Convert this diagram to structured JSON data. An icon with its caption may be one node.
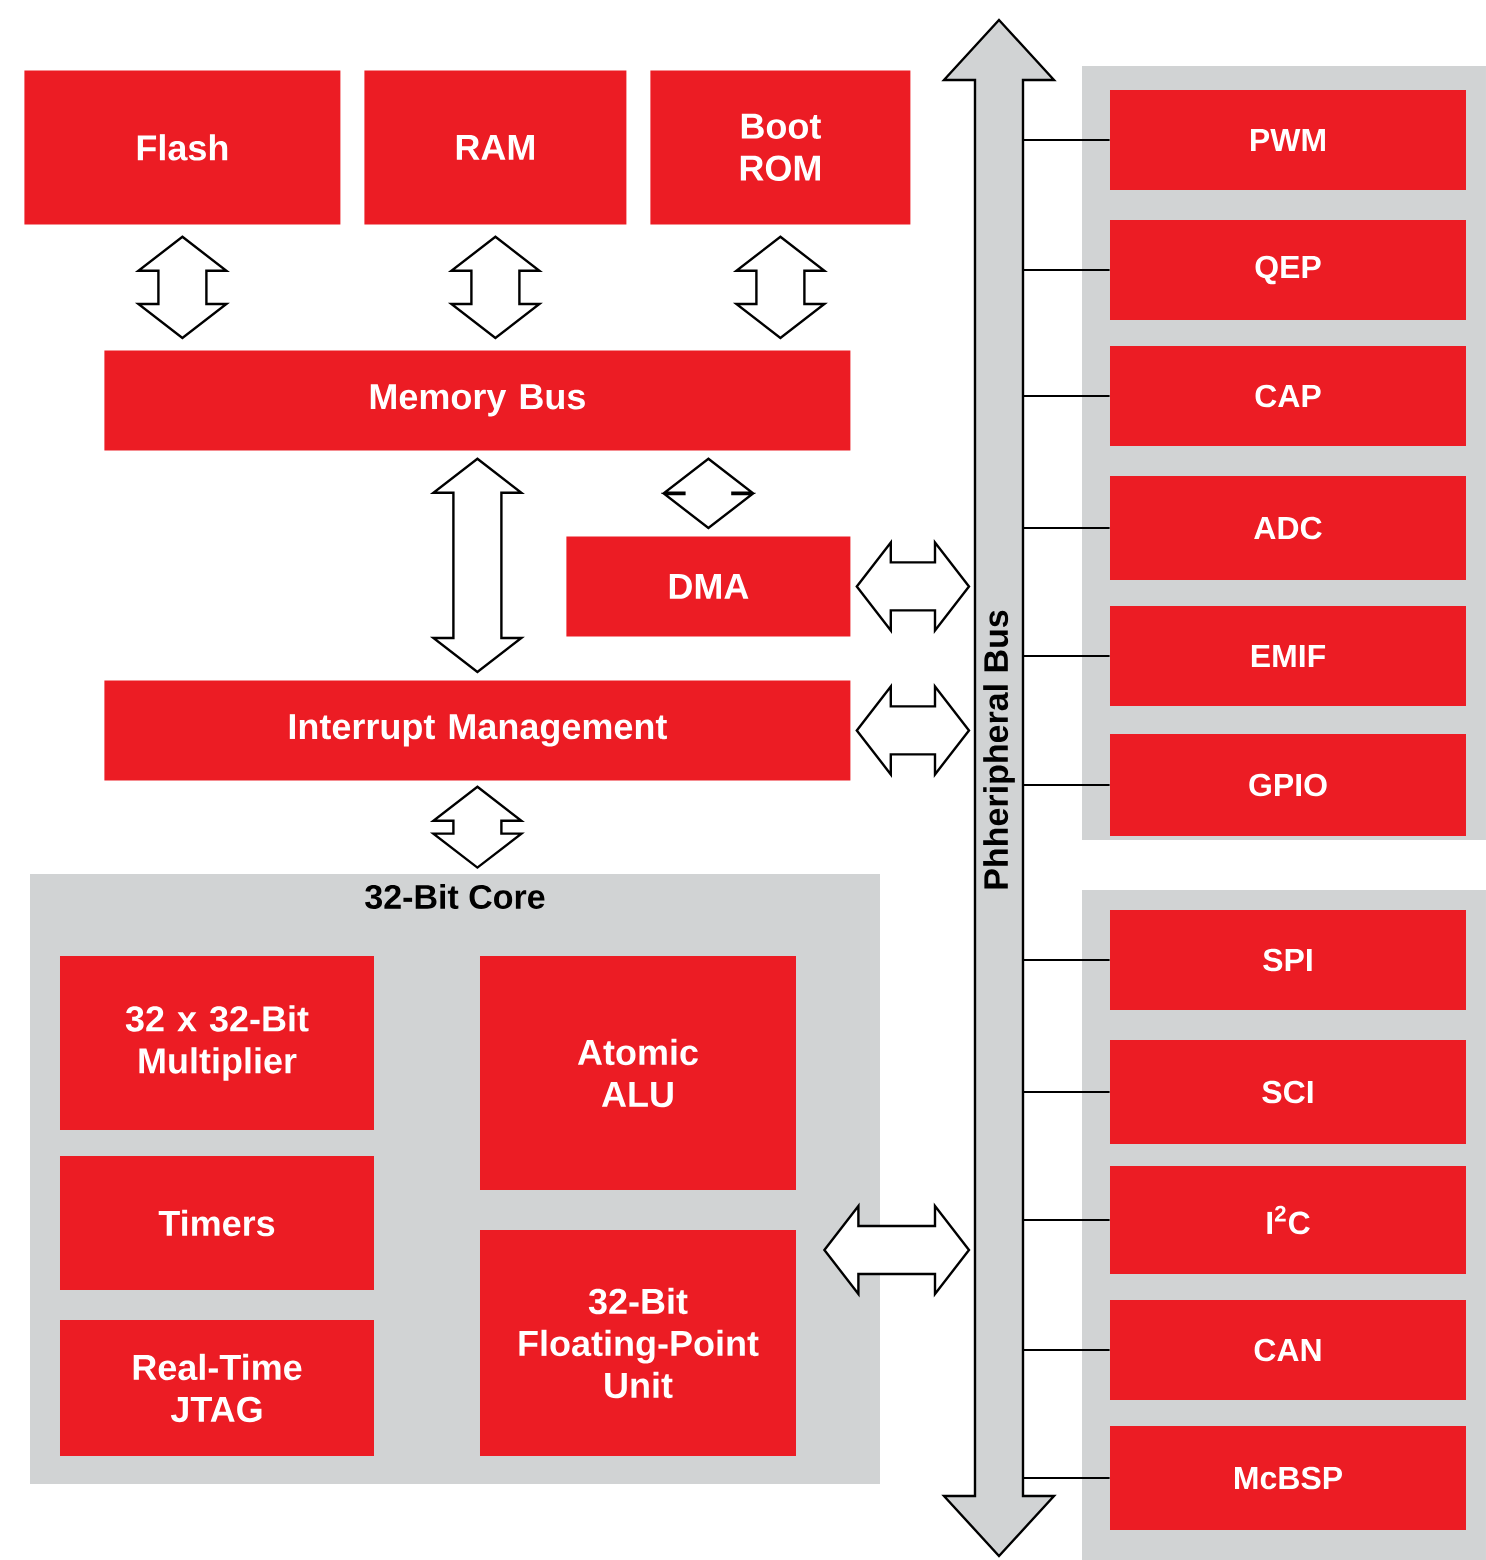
{
  "diagram": {
    "nodes": [
      {
        "text": [
          "Flash"
        ]
      },
      {
        "text": [
          "RAM"
        ]
      },
      {
        "text": [
          "Boot ROM"
        ]
      },
      {
        "text": [
          "Memory Bus"
        ]
      },
      {
        "text": [
          "DMA"
        ]
      },
      {
        "text": [
          "Interrupt Management"
        ]
      },
      {
        "text": [
          "Phheripheral Bus"
        ]
      },
      {
        "text": [
          "32-Bit Core"
        ]
      },
      {
        "text": [
          "32 x 32-Bit Multiplier"
        ],
        "in": 7
      },
      {
        "text": [
          "Atomic ALU"
        ],
        "in": 7
      },
      {
        "text": [
          "Timers"
        ],
        "in": 7
      },
      {
        "text": [
          "32-Bit Floating-Point Unit"
        ],
        "in": 7
      },
      {
        "text": [
          "Real-Time JTAG"
        ],
        "in": 7
      },
      {
        "text": [],
        "shape": "box"
      },
      {
        "text": [
          "PWM"
        ],
        "in": 13
      },
      {
        "text": [
          "QEP"
        ],
        "in": 13
      },
      {
        "text": [
          "CAP"
        ],
        "in": 13
      },
      {
        "text": [
          "ADC"
        ],
        "in": 13
      },
      {
        "text": [
          "EMIF"
        ],
        "in": 13
      },
      {
        "text": [
          "GPIO"
        ],
        "in": 13
      },
      {
        "text": [],
        "shape": "box"
      },
      {
        "text": [
          "SPI"
        ],
        "in": 20
      },
      {
        "text": [
          "SCI"
        ],
        "in": 20
      },
      {
        "text": [
          "I$^{2}$C"
        ],
        "in": 20
      },
      {
        "text": [
          "CAN"
        ],
        "in": 20
      },
      {
        "text": [
          "McBSP"
        ],
        "in": 20
      }
    ],
    "edges": [
      {
        "from": 0,
        "to": 3,
        "arrow": "both"
      },
      {
        "from": 1,
        "to": 3,
        "arrow": "both"
      },
      {
        "from": 2,
        "to": 3,
        "arrow": "both"
      },
      {
        "from": 3,
        "to": 5,
        "arrow": "both"
      },
      {
        "from": 3,
        "to": 4,
        "arrow": "both"
      },
      {
        "from": 4,
        "to": 6,
        "arrow": "both"
      },
      {
        "from": 5,
        "to": 6,
        "arrow": "both"
      },
      {
        "from": 5,
        "to": 7,
        "arrow": "both"
      },
      {
        "from": 7,
        "to": 6,
        "arrow": "both"
      },
      {
        "from": 6,
        "to": 14,
        "arrow": "none"
      },
      {
        "from": 6,
        "to": 15,
        "arrow": "none"
      },
      {
        "from": 6,
        "to": 16,
        "arrow": "none"
      },
      {
        "from": 6,
        "to": 17,
        "arrow": "none"
      },
      {
        "from": 6,
        "to": 18,
        "arrow": "none"
      },
      {
        "from": 6,
        "to": 19,
        "arrow": "none"
      },
      {
        "from": 6,
        "to": 21,
        "arrow": "none"
      },
      {
        "from": 6,
        "to": 22,
        "arrow": "none"
      },
      {
        "from": 6,
        "to": 23,
        "arrow": "none"
      },
      {
        "from": 6,
        "to": 24,
        "arrow": "none"
      },
      {
        "from": 6,
        "to": 25,
        "arrow": "none"
      }
    ]
  }
}
